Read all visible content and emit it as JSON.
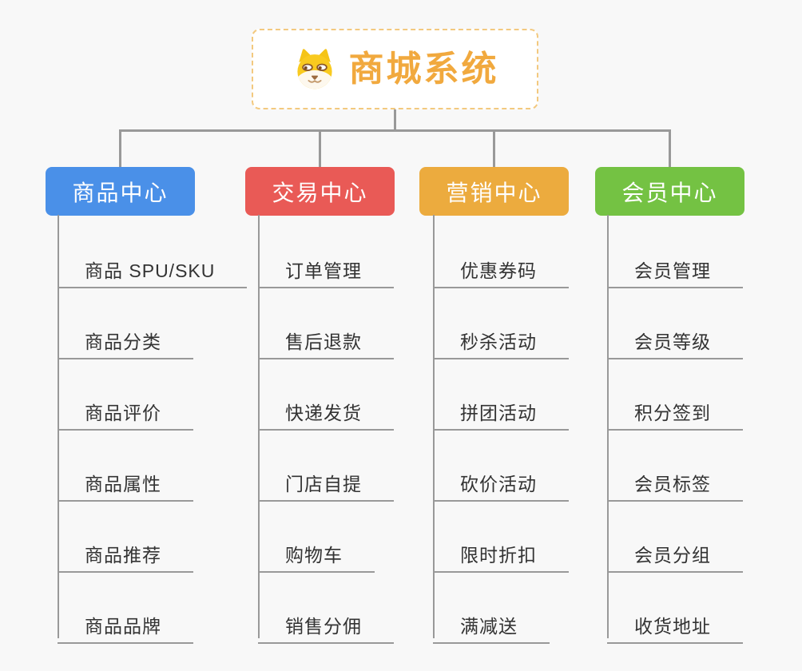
{
  "root": {
    "title": "商城系统",
    "icon": "dog-face-icon",
    "title_color": "#f1a93e",
    "border_color": "#f3c97f"
  },
  "branches": [
    {
      "label": "商品中心",
      "color": "#4a90e8",
      "items": [
        "商品 SPU/SKU",
        "商品分类",
        "商品评价",
        "商品属性",
        "商品推荐",
        "商品品牌"
      ]
    },
    {
      "label": "交易中心",
      "color": "#e95a56",
      "items": [
        "订单管理",
        "售后退款",
        "快递发货",
        "门店自提",
        "购物车",
        "销售分佣"
      ]
    },
    {
      "label": "营销中心",
      "color": "#ecab3e",
      "items": [
        "优惠券码",
        "秒杀活动",
        "拼团活动",
        "砍价活动",
        "限时折扣",
        "满减送"
      ]
    },
    {
      "label": "会员中心",
      "color": "#74c243",
      "items": [
        "会员管理",
        "会员等级",
        "积分签到",
        "会员标签",
        "会员分组",
        "收货地址"
      ]
    }
  ],
  "colors": {
    "background": "#f8f8f8",
    "connector_line": "#999999",
    "leaf_text": "#333333"
  }
}
